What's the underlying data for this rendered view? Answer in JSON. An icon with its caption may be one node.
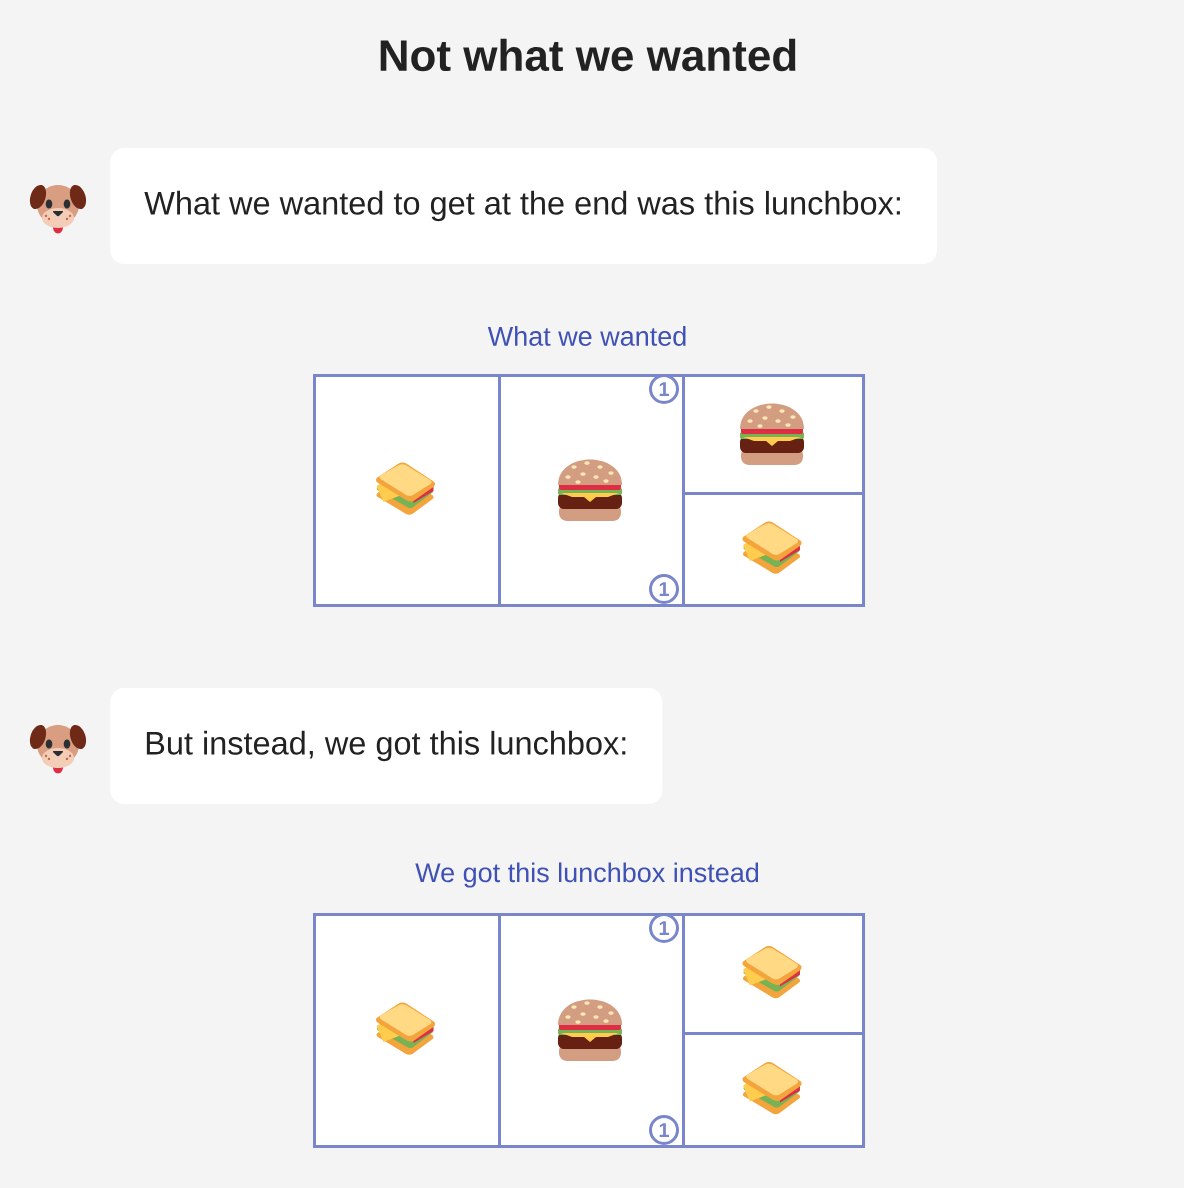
{
  "diagram": {
    "title": "Not what we wanted",
    "nodes": [
      {
        "text": [
          "What we wanted to get at the end was this lunchbox:"
        ]
      },
      {
        "text": [
          "What we wanted"
        ]
      },
      {
        "text": [],
        "shape": "box",
        "in": 1
      },
      {
        "text": [],
        "shape": "sandwich",
        "in": 2
      },
      {
        "text": [],
        "shape": "box",
        "in": 1
      },
      {
        "text": [],
        "shape": "burger",
        "in": 4
      },
      {
        "text": [
          "1"
        ],
        "in": 4
      },
      {
        "text": [
          "1"
        ],
        "in": 4
      },
      {
        "text": [],
        "shape": "box",
        "in": 1
      },
      {
        "text": [],
        "shape": "burger",
        "in": 8
      },
      {
        "text": [],
        "shape": "box",
        "in": 1
      },
      {
        "text": [],
        "shape": "sandwich",
        "in": 10
      },
      {
        "text": [
          "But instead, we got this lunchbox:"
        ]
      },
      {
        "text": [
          "We got this lunchbox instead"
        ]
      },
      {
        "text": [],
        "shape": "box",
        "in": 13
      },
      {
        "text": [],
        "shape": "sandwich",
        "in": 14
      },
      {
        "text": [],
        "shape": "box",
        "in": 13
      },
      {
        "text": [],
        "shape": "burger",
        "in": 16
      },
      {
        "text": [
          "1"
        ],
        "in": 16
      },
      {
        "text": [
          "1"
        ],
        "in": 16
      },
      {
        "text": [],
        "shape": "box",
        "in": 13
      },
      {
        "text": [],
        "shape": "sandwich",
        "in": 20
      },
      {
        "text": [],
        "shape": "box",
        "in": 13
      },
      {
        "text": [],
        "shape": "sandwich",
        "in": 22
      }
    ]
  }
}
